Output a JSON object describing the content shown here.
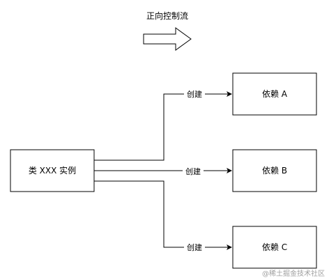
{
  "title": "正向控制流",
  "source_node": {
    "label": "类 XXX 实例"
  },
  "targets": [
    {
      "label": "依赖 A",
      "edge_label": "创建"
    },
    {
      "label": "依赖 B",
      "edge_label": "创建"
    },
    {
      "label": "依赖 C",
      "edge_label": "创建"
    }
  ],
  "watermark": "@稀土掘金技术社区",
  "colors": {
    "stroke": "#000000",
    "background": "#ffffff",
    "watermark": "#a0a0a0"
  },
  "icons": {
    "direction_arrow": "right-arrow-icon"
  }
}
